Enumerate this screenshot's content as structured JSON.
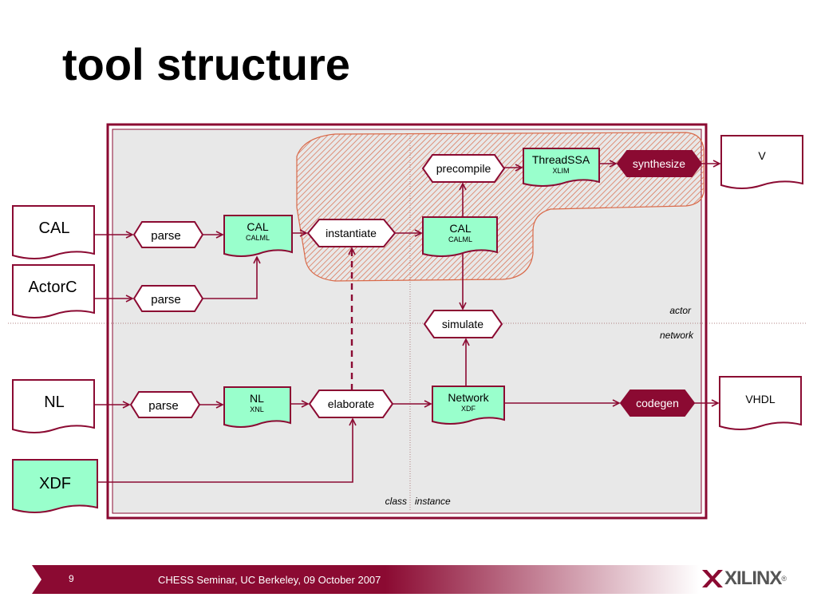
{
  "slide": {
    "title": "tool structure",
    "page_number": "9",
    "footer": "CHESS Seminar, UC Berkeley, 09 October 2007",
    "logo": "XILINX",
    "logo_mark": "®"
  },
  "colors": {
    "maroon": "#8b0a32",
    "mint": "#99ffcc",
    "panel": "#e8e8e8",
    "hatch": "#d96a4a"
  },
  "diagram": {
    "inputs": {
      "cal": "CAL",
      "actorc": "ActorC",
      "nl": "NL",
      "xdf": "XDF"
    },
    "outputs": {
      "v": "V",
      "vhdl": "VHDL"
    },
    "ops": {
      "parse1": "parse",
      "parse2": "parse",
      "parse3": "parse",
      "instantiate": "instantiate",
      "precompile": "precompile",
      "simulate": "simulate",
      "elaborate": "elaborate",
      "synthesize": "synthesize",
      "codegen": "codegen"
    },
    "models": {
      "cal1": {
        "title": "CAL",
        "sub": "CALML"
      },
      "cal2": {
        "title": "CAL",
        "sub": "CALML"
      },
      "threadssa": {
        "title": "ThreadSSA",
        "sub": "XLIM"
      },
      "nl": {
        "title": "NL",
        "sub": "XNL"
      },
      "network": {
        "title": "Network",
        "sub": "XDF"
      }
    },
    "region_labels": {
      "actor": "actor",
      "network": "network",
      "class": "class",
      "instance": "instance"
    }
  }
}
